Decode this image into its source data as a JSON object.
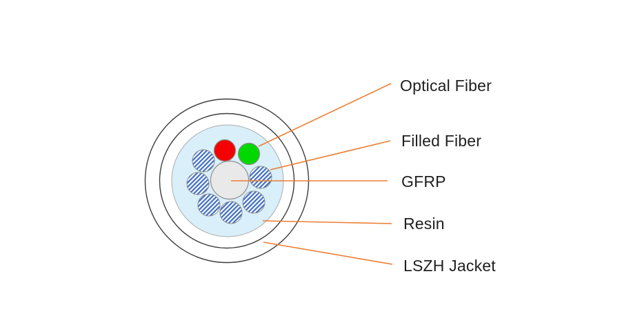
{
  "diagram": {
    "description": "Fiber optic cable cross-section diagram",
    "labels": [
      {
        "id": "optical-fiber",
        "text": "Optical Fiber"
      },
      {
        "id": "filled-fiber",
        "text": "Filled Fiber"
      },
      {
        "id": "gfrp",
        "text": "GFRP"
      },
      {
        "id": "resin",
        "text": "Resin"
      },
      {
        "id": "lszh-jacket",
        "text": "LSZH Jacket"
      }
    ],
    "colors": {
      "leader_line": "#ED7D31",
      "optical_fiber_red": "#F40000",
      "optical_fiber_green": "#00D800",
      "filled_fiber_stripe": "#4472C4",
      "filled_fiber_bg": "#FFFFFF",
      "resin_fill": "#D9EFF9",
      "resin_outline": "#ABABAB",
      "gfrp_fill": "#E9E9E9",
      "gfrp_outline": "#8F8F8F",
      "jacket_fill": "#FFFFFF",
      "jacket_outline": "#3C3C3C",
      "fiber_outline": "#8A8A8A",
      "text": "#1F1F1F",
      "background": "#FFFFFF"
    },
    "fiber_counts": {
      "colored_optical_fibers": 2,
      "filled_fibers": 6
    }
  }
}
